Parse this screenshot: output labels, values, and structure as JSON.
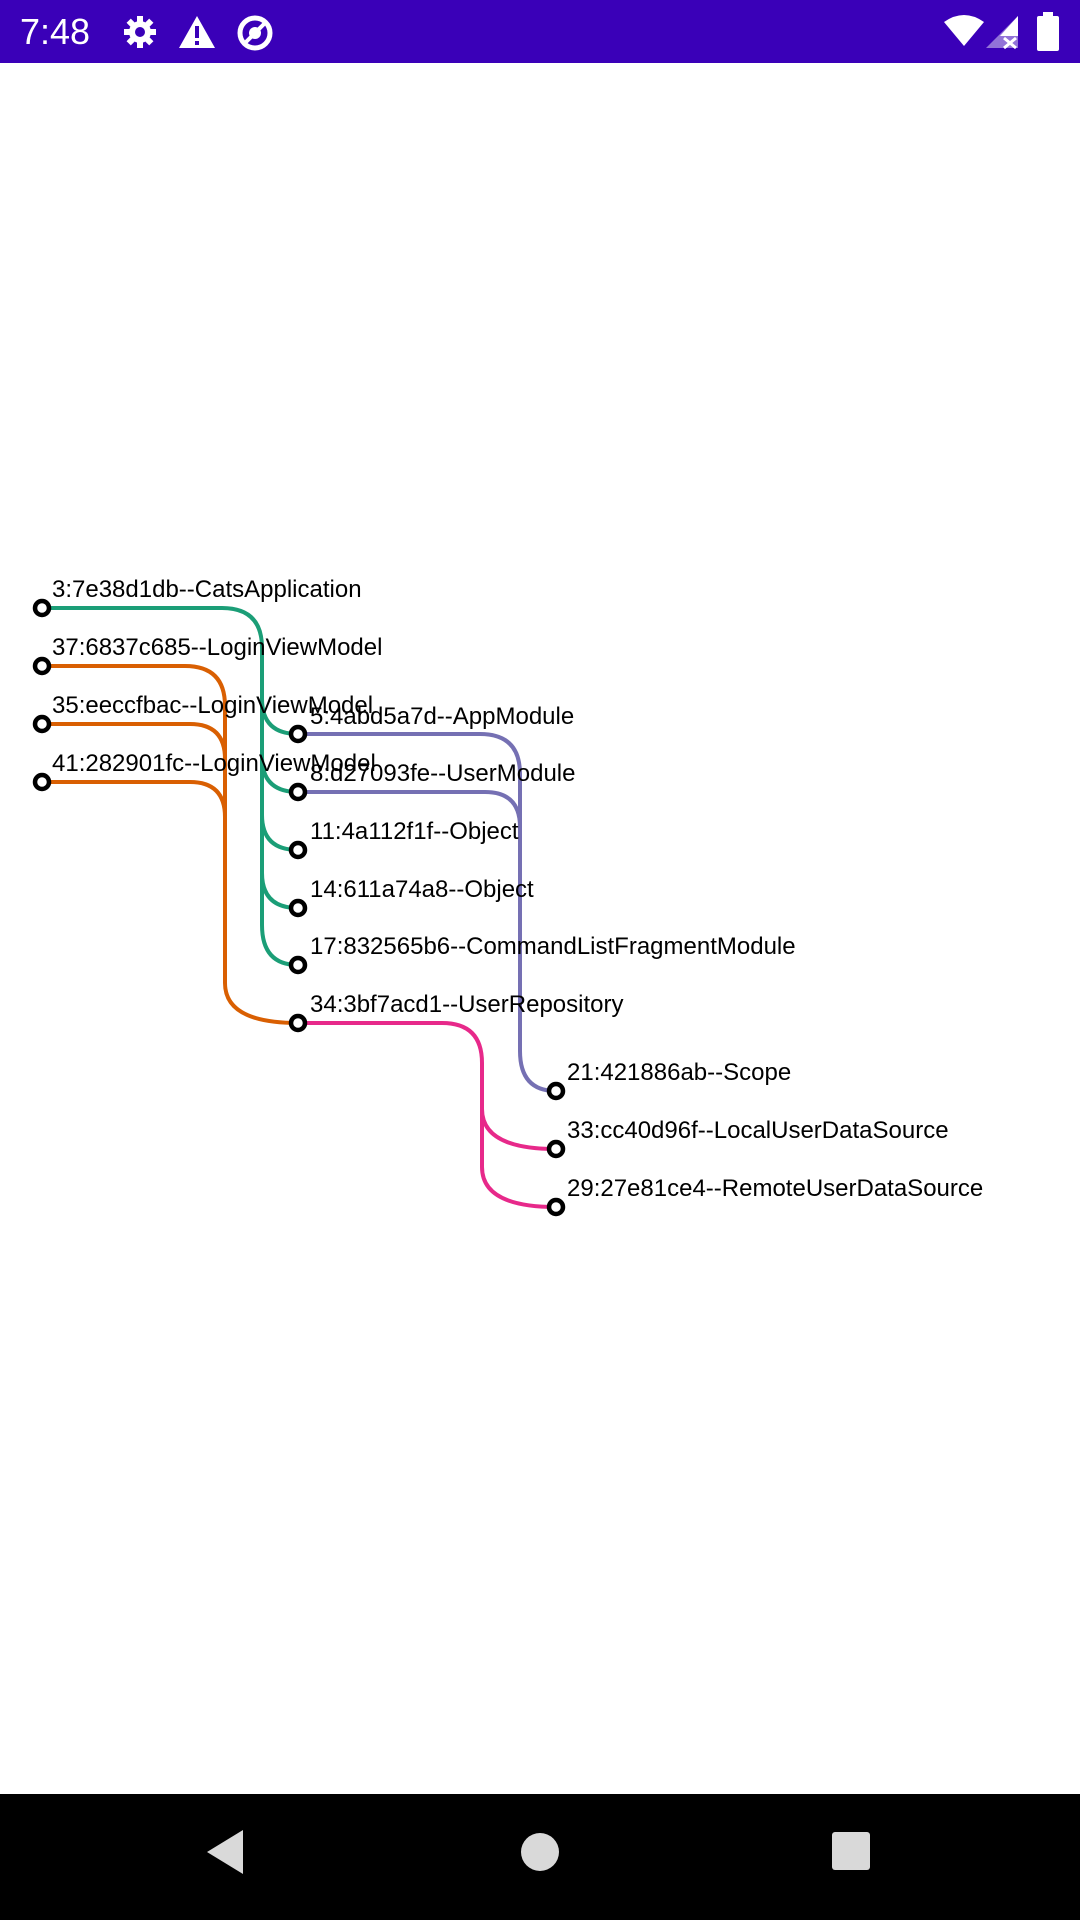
{
  "status_bar": {
    "time": "7:48",
    "icons": [
      "gear-icon",
      "warning-icon",
      "data-saver-icon",
      "wifi-icon",
      "no-signal-icon",
      "battery-icon"
    ]
  },
  "graph": {
    "colors": {
      "green": "#1b9e77",
      "orange": "#d95f02",
      "purple": "#7570b3",
      "magenta": "#e7298a"
    },
    "nodes": [
      {
        "id": "catsapp",
        "label": "3:7e38d1db--CatsApplication"
      },
      {
        "id": "loginvm1",
        "label": "37:6837c685--LoginViewModel"
      },
      {
        "id": "loginvm2",
        "label": "35:eeccfbac--LoginViewModel"
      },
      {
        "id": "loginvm3",
        "label": "41:282901fc--LoginViewModel"
      },
      {
        "id": "appmodule",
        "label": "5:4abd5a7d--AppModule"
      },
      {
        "id": "usermodule",
        "label": "8:d27093fe--UserModule"
      },
      {
        "id": "object1",
        "label": "11:4a112f1f--Object"
      },
      {
        "id": "object2",
        "label": "14:611a74a8--Object"
      },
      {
        "id": "cmdlist",
        "label": "17:832565b6--CommandListFragmentModule"
      },
      {
        "id": "userrepo",
        "label": "34:3bf7acd1--UserRepository"
      },
      {
        "id": "scope",
        "label": "21:421886ab--Scope"
      },
      {
        "id": "localds",
        "label": "33:cc40d96f--LocalUserDataSource"
      },
      {
        "id": "remoteds",
        "label": "29:27e81ce4--RemoteUserDataSource"
      }
    ]
  },
  "nav_bar": {
    "buttons": [
      "back-icon",
      "home-icon",
      "recents-icon"
    ]
  }
}
